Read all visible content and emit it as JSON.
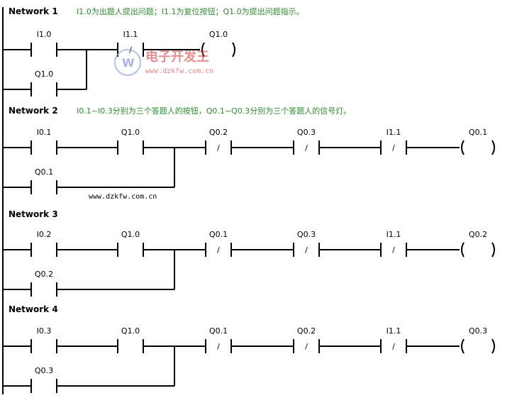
{
  "networks": [
    {
      "title": "Network 1",
      "comment": "I1.0为出题人提出问题；I1.1为复位按钮；Q1.0为提出问题指示。",
      "main": [
        {
          "label": "I1.0",
          "type": "NO"
        },
        {
          "label": "I1.1",
          "type": "NC"
        }
      ],
      "latch": "Q1.0",
      "coil": "Q1.0"
    },
    {
      "title": "Network 2",
      "comment": "I0.1~I0.3分别为三个答题人的按钮，Q0.1~Q0.3分别为三个答题人的信号灯。",
      "main": [
        {
          "label": "I0.1",
          "type": "NO"
        },
        {
          "label": "Q1.0",
          "type": "NO"
        },
        {
          "label": "Q0.2",
          "type": "NC"
        },
        {
          "label": "Q0.3",
          "type": "NC"
        },
        {
          "label": "I1.1",
          "type": "NC"
        }
      ],
      "latch": "Q0.1",
      "coil": "Q0.1"
    },
    {
      "title": "Network 3",
      "comment": "",
      "main": [
        {
          "label": "I0.2",
          "type": "NO"
        },
        {
          "label": "Q1.0",
          "type": "NO"
        },
        {
          "label": "Q0.1",
          "type": "NC"
        },
        {
          "label": "Q0.3",
          "type": "NC"
        },
        {
          "label": "I1.1",
          "type": "NC"
        }
      ],
      "latch": "Q0.2",
      "coil": "Q0.2"
    },
    {
      "title": "Network 4",
      "comment": "",
      "main": [
        {
          "label": "I0.3",
          "type": "NO"
        },
        {
          "label": "Q1.0",
          "type": "NO"
        },
        {
          "label": "Q0.1",
          "type": "NC"
        },
        {
          "label": "Q0.2",
          "type": "NC"
        },
        {
          "label": "I1.1",
          "type": "NC"
        }
      ],
      "latch": "Q0.3",
      "coil": "Q0.3"
    }
  ],
  "nc_mark": "/",
  "watermark": {
    "url": "www.dzkfw.com.cn",
    "logo_text": "电子开发王",
    "logo_url": "www.dzkfw.com.cn"
  }
}
